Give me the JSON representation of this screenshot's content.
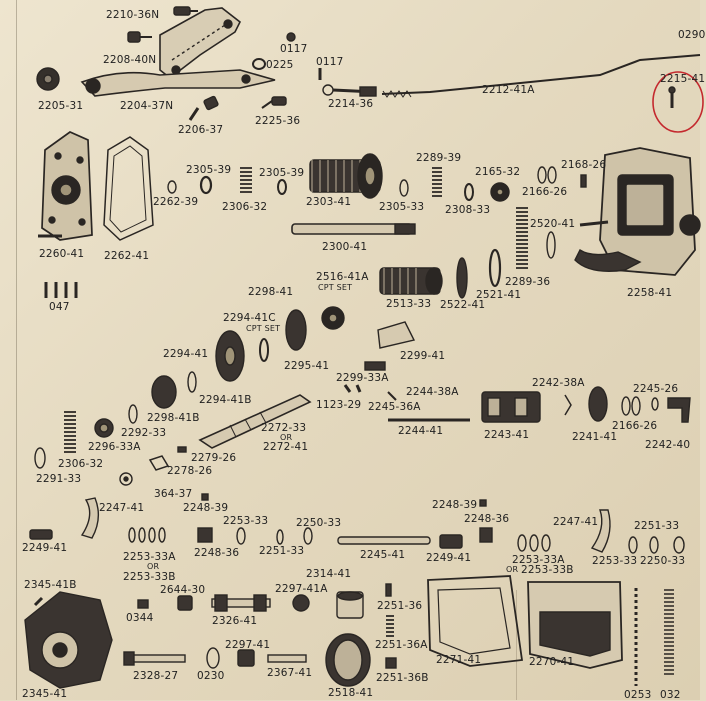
{
  "diagram": {
    "part_numbers": {
      "p2210_36N": "2210-36N",
      "p2208_40N": "2208-40N",
      "p0117a": "0117",
      "p0117b": "0117",
      "p0225": "0225",
      "p0290": "0290",
      "p2215_41": "2215-41",
      "p2205_31": "2205-31",
      "p2204_37N": "2204-37N",
      "p2206_37": "2206-37",
      "p2225_36": "2225-36",
      "p2214_36": "2214-36",
      "p2212_41A": "2212-41A",
      "p2305_39a": "2305-39",
      "p2305_39b": "2305-39",
      "p2289_39": "2289-39",
      "p2165_32": "2165-32",
      "p2168_26": "2168-26",
      "p2262_39": "2262-39",
      "p2306_32": "2306-32",
      "p2303_41": "2303-41",
      "p2305_33": "2305-33",
      "p2308_33": "2308-33",
      "p2166_26a": "2166-26",
      "p2520_41": "2520-41",
      "p2260_41": "2260-41",
      "p2262_41": "2262-41",
      "p2300_41": "2300-41",
      "p2289_36": "2289-36",
      "p2258_41": "2258-41",
      "p047": "047",
      "p2516_41A": "2516-41A",
      "cpt_set_a": "CPT SET",
      "p2298_41": "2298-41",
      "p2513_33": "2513-33",
      "p2522_41": "2522-41",
      "p2521_41": "2521-41",
      "p2294_41C": "2294-41C",
      "cpt_set_b": "CPT SET",
      "p2299_41": "2299-41",
      "p2294_41": "2294-41",
      "p2295_41": "2295-41",
      "p2299_33A": "2299-33A",
      "p2244_38A": "2244-38A",
      "p2242_38A": "2242-38A",
      "p2245_26": "2245-26",
      "p2294_41B": "2294-41B",
      "p1123_29": "1123-29",
      "p2245_36A": "2245-36A",
      "p2298_41B": "2298-41B",
      "p2292_33": "2292-33",
      "p2166_26b": "2166-26",
      "p2244_41": "2244-41",
      "p2243_41": "2243-41",
      "p2241_41": "2241-41",
      "p2242_40": "2242-40",
      "p2296_33A": "2296-33A",
      "p2272_33": "2272-33",
      "or_a": "OR",
      "p2272_41": "2272-41",
      "p2279_26": "2279-26",
      "p2306_32b": "2306-32",
      "p2278_26": "2278-26",
      "p2291_33": "2291-33",
      "p364_37": "364-37",
      "p2248_39a": "2248-39",
      "p2248_39b": "2248-39",
      "p2248_36a": "2248-36",
      "p2247_41a": "2247-41",
      "p2253_33a": "2253-33",
      "p2250_33a": "2250-33",
      "p2247_41b": "2247-41",
      "p2251_33": "2251-33",
      "p2249_41a": "2249-41",
      "p2253_33A_a": "2253-33A",
      "or_b": "OR",
      "p2253_33B_a": "2253-33B",
      "p2248_36b": "2248-36",
      "p2251_33b": "2251-33",
      "p2245_41": "2245-41",
      "p2249_41b": "2249-41",
      "p2253_33A_b": "2253-33A",
      "or_c": "OR",
      "p2253_33B_b": "2253-33B",
      "p2253_33b": "2253-33",
      "p2250_33b": "2250-33",
      "p2345_41B": "2345-41B",
      "p2644_30": "2644-30",
      "p2297_41A": "2297-41A",
      "p2314_41": "2314-41",
      "p0344": "0344",
      "p2326_41": "2326-41",
      "p2251_36": "2251-36",
      "p2297_41": "2297-41",
      "p2251_36A": "2251-36A",
      "p2271_41": "2271-41",
      "p2270_41": "2270-41",
      "p2328_27": "2328-27",
      "p0230": "0230",
      "p2367_41": "2367-41",
      "p2251_36B": "2251-36B",
      "p2345_41": "2345-41",
      "p2518_41": "2518-41",
      "p0253": "0253",
      "p032": "032"
    }
  }
}
